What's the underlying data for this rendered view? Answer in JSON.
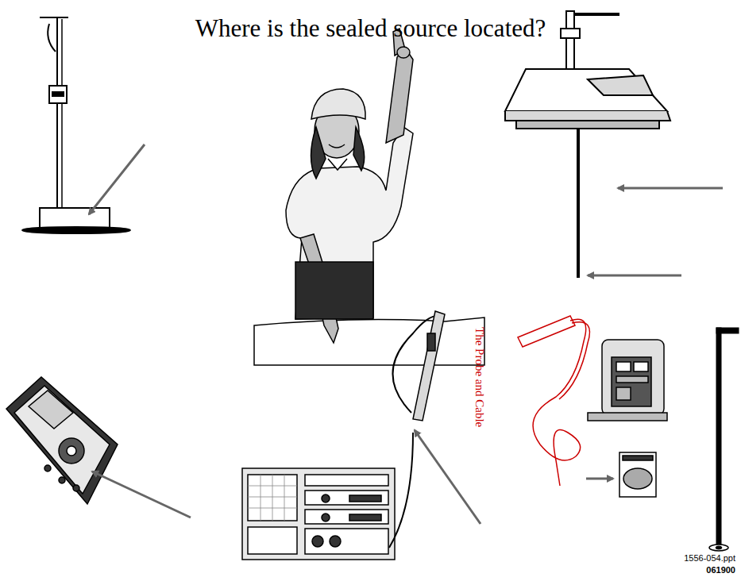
{
  "diagram": {
    "title": "Where is the sealed source located?",
    "labels": [
      "The Probe and Cable",
      "1556-054.ppt",
      "061900"
    ]
  }
}
